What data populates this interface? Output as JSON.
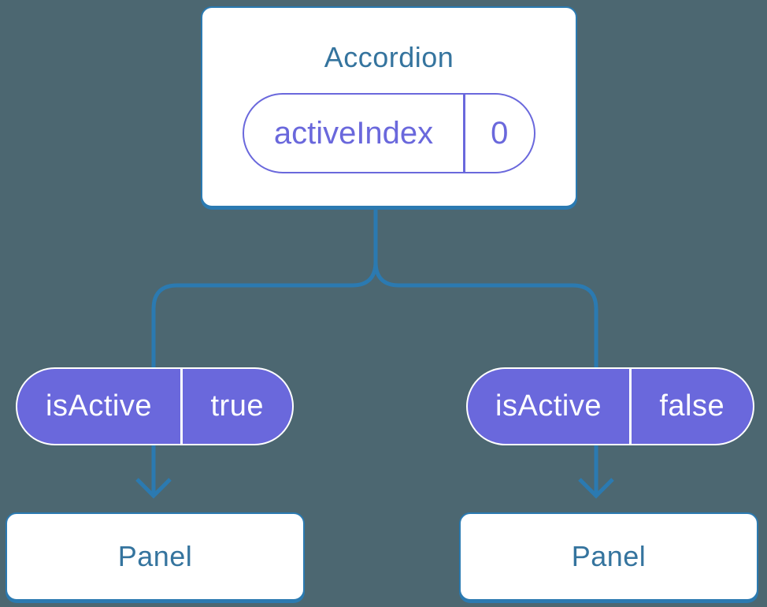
{
  "colors": {
    "background": "#4C6771",
    "line": "#2B7AB1",
    "node_text": "#35749E",
    "purple": "#6A68DC",
    "pill_text": "#FFFFFF",
    "card_bg": "#FFFFFF"
  },
  "diagram": {
    "root": {
      "title": "Accordion",
      "state_pill": {
        "label": "activeIndex",
        "value": "0"
      }
    },
    "children": [
      {
        "prop_pill": {
          "label": "isActive",
          "value": "true"
        },
        "panel": {
          "title": "Panel"
        }
      },
      {
        "prop_pill": {
          "label": "isActive",
          "value": "false"
        },
        "panel": {
          "title": "Panel"
        }
      }
    ]
  }
}
